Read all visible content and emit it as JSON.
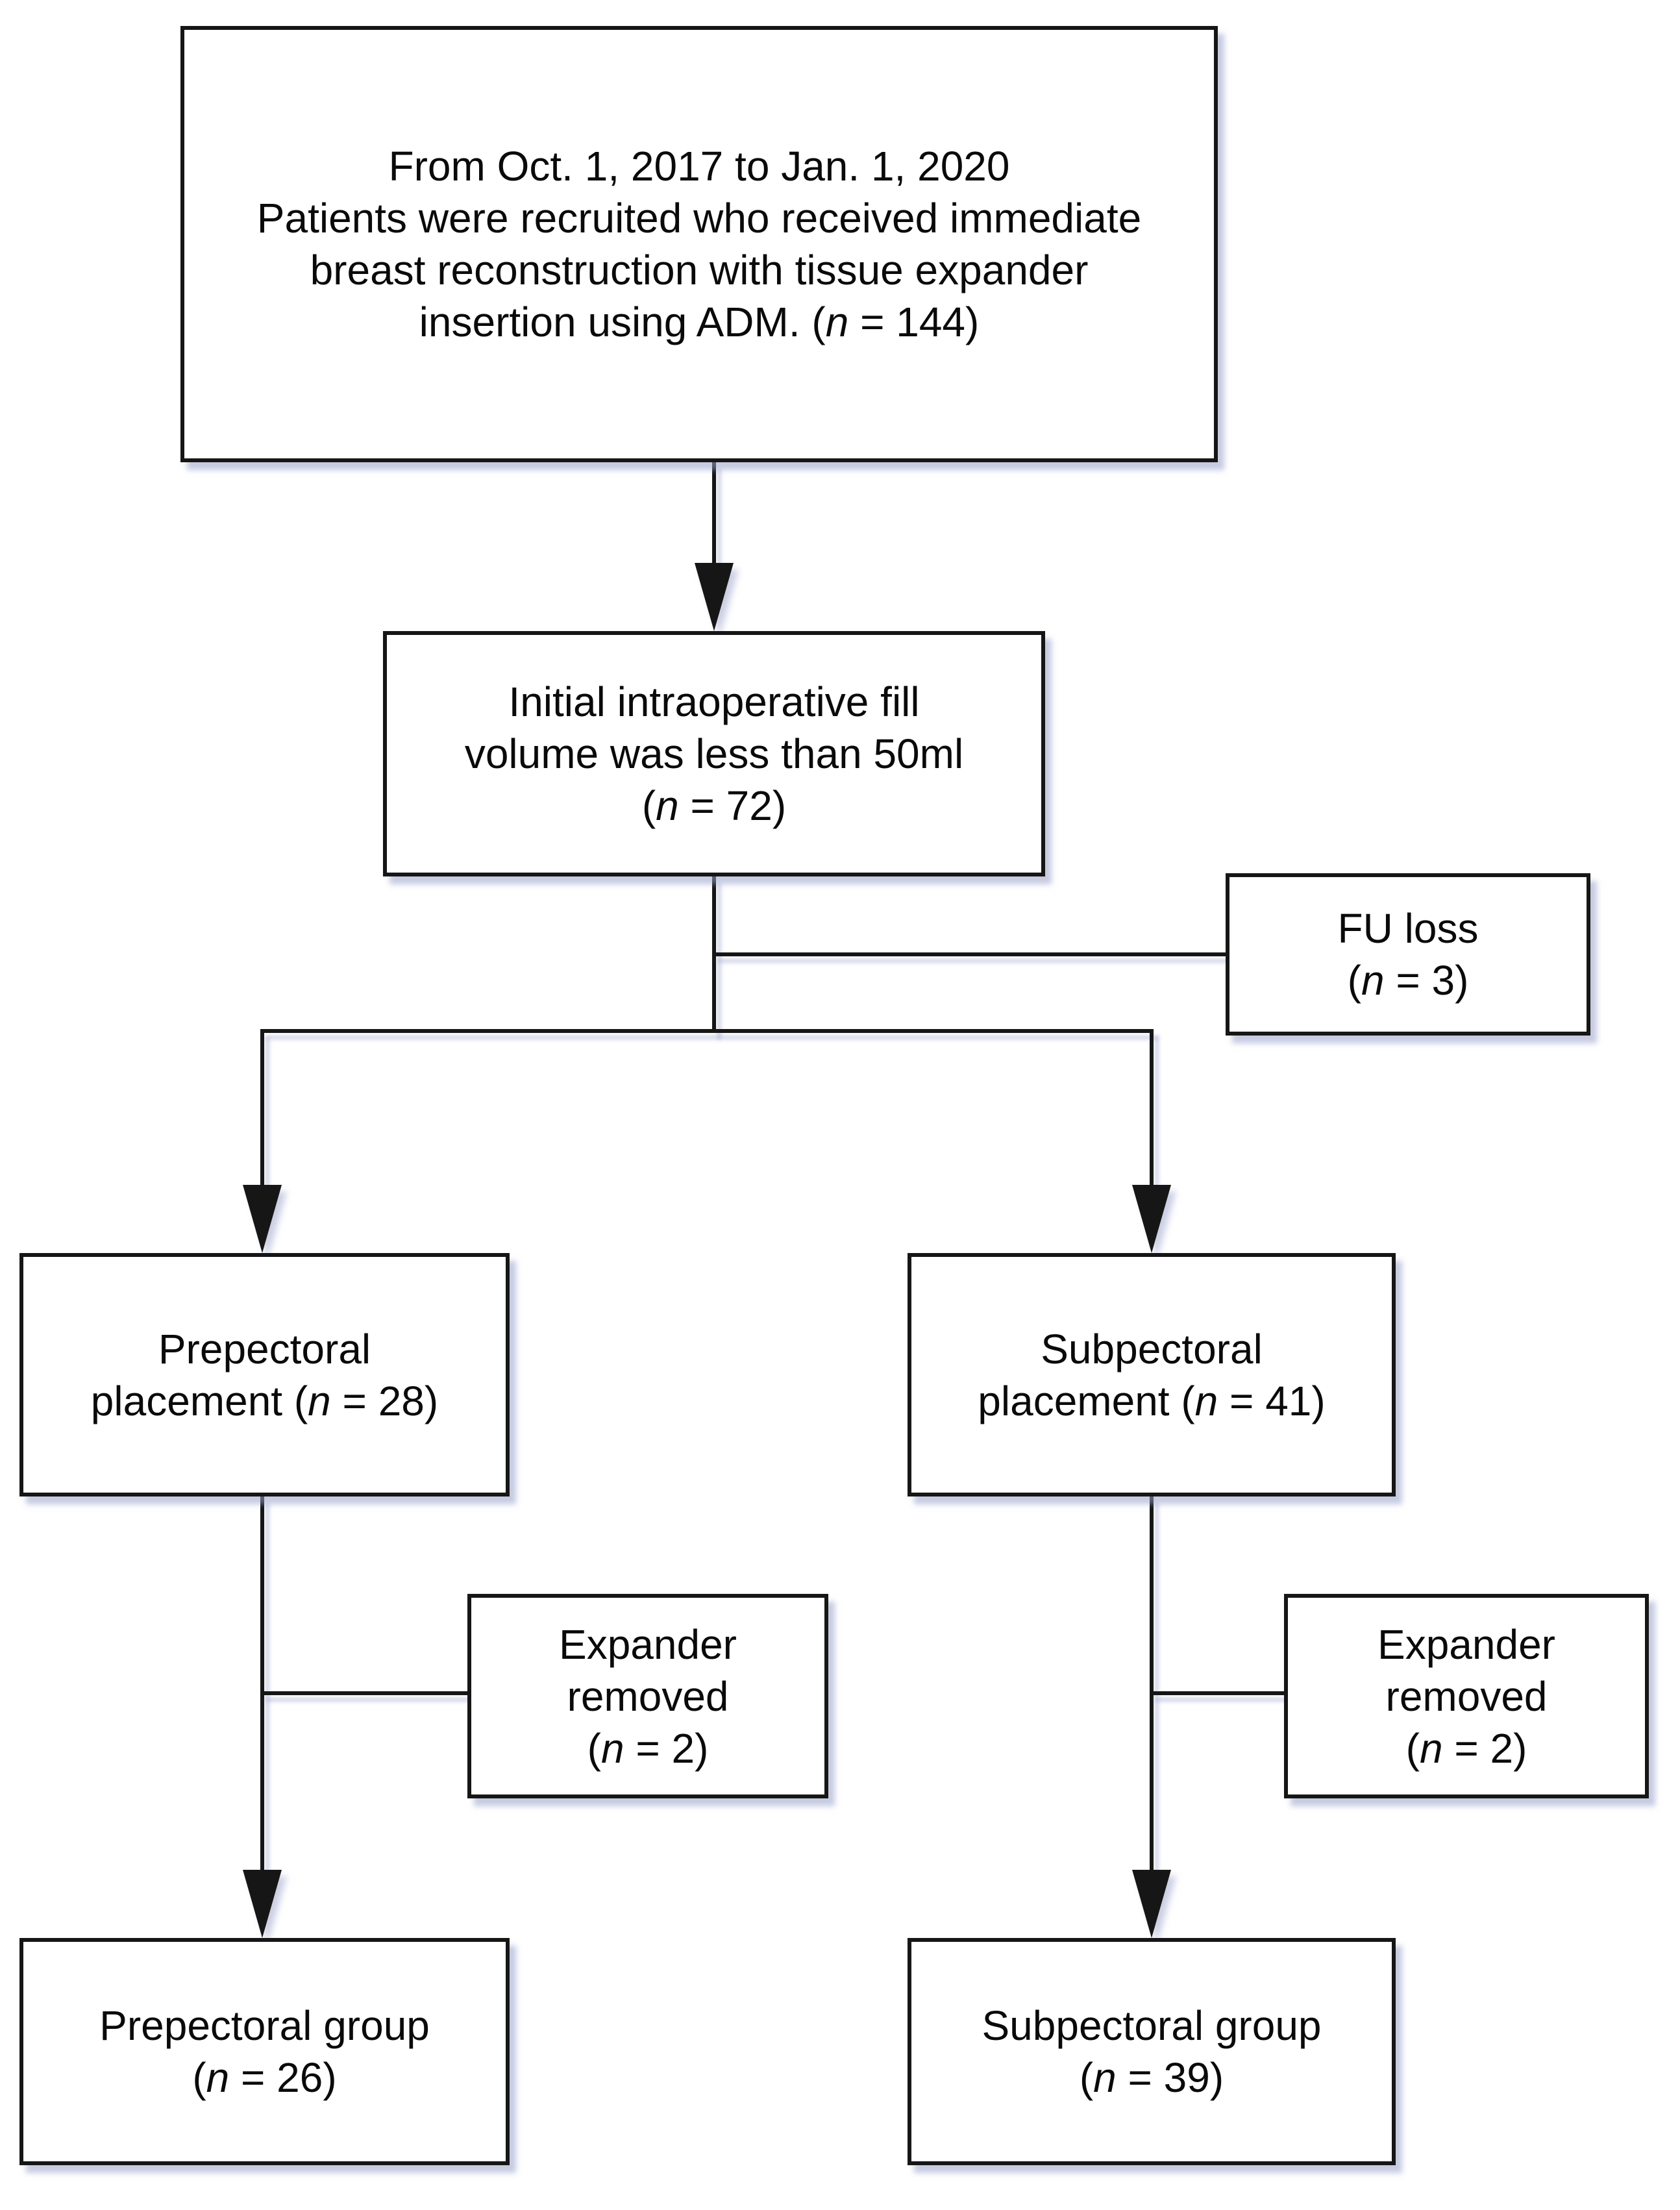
{
  "diagram": {
    "type": "patient-flow-chart",
    "colors": {
      "background": "#ffffff",
      "box_fill": "#ffffff",
      "box_border": "#161616",
      "line": "#161616",
      "text": "#0a0a0a",
      "shadow": "#97a0c8"
    },
    "nodes": [
      {
        "id": "recruited",
        "lines": [
          "From Oct. 1, 2017 to Jan. 1, 2020",
          "Patients were recruited who received immediate",
          "breast reconstruction with tissue expander",
          "insertion using ADM. (n = 144)"
        ]
      },
      {
        "id": "fill-volume",
        "lines": [
          "Initial intraoperative fill",
          "volume was less than 50ml",
          "(n = 72)"
        ]
      },
      {
        "id": "fu-loss",
        "lines": [
          "FU loss",
          "(n = 3)"
        ]
      },
      {
        "id": "prepectoral-placement",
        "lines": [
          "Prepectoral",
          "placement (n = 28)"
        ]
      },
      {
        "id": "subpectoral-placement",
        "lines": [
          "Subpectoral",
          "placement (n = 41)"
        ]
      },
      {
        "id": "expander-removed-left",
        "lines": [
          "Expander",
          "removed",
          "(n = 2)"
        ]
      },
      {
        "id": "expander-removed-right",
        "lines": [
          "Expander",
          "removed",
          "(n = 2)"
        ]
      },
      {
        "id": "prepectoral-group",
        "lines": [
          "Prepectoral group",
          "(n = 26)"
        ]
      },
      {
        "id": "subpectoral-group",
        "lines": [
          "Subpectoral group",
          "(n = 39)"
        ]
      }
    ]
  }
}
